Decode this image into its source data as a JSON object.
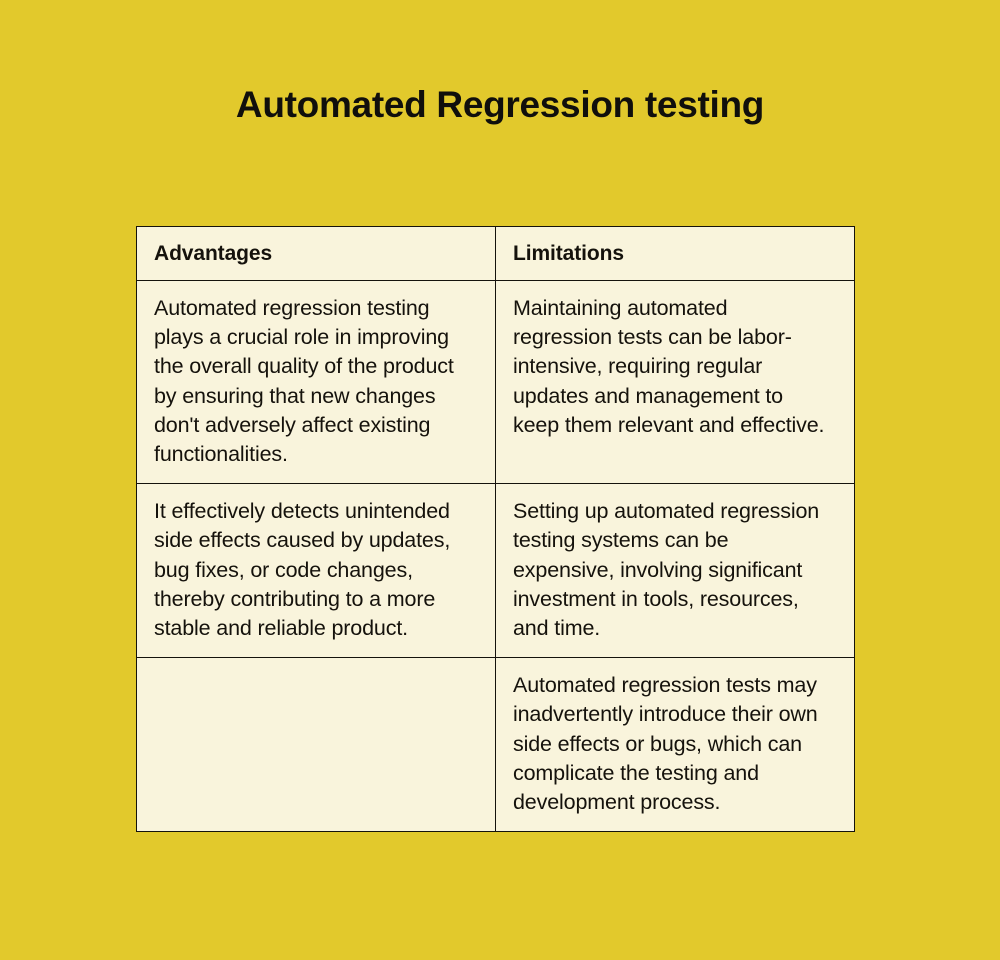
{
  "page": {
    "title": "Automated Regression testing",
    "background_color": "#E2C92C",
    "table_cell_color": "#F9F4DC",
    "border_color": "#15120C",
    "text_color": "#15120C"
  },
  "table": {
    "headers": {
      "advantages": "Advantages",
      "limitations": "Limitations"
    },
    "rows": [
      {
        "advantages": "Automated regression testing plays a crucial role in improving the overall quality of the product by ensuring that new changes don't adversely affect existing functionalities.",
        "limitations": "Maintaining automated regression tests can be labor-intensive, requiring regular updates and management to keep them relevant and effective."
      },
      {
        "advantages": "It effectively detects unintended side effects caused by updates, bug fixes, or code changes, thereby contributing to a more stable and reliable product.",
        "limitations": "Setting up automated regression testing systems can be expensive, involving significant investment in tools, resources, and time."
      },
      {
        "advantages": "",
        "limitations": "Automated regression tests may inadvertently introduce their own side effects or bugs, which can complicate the testing and development process."
      }
    ]
  }
}
